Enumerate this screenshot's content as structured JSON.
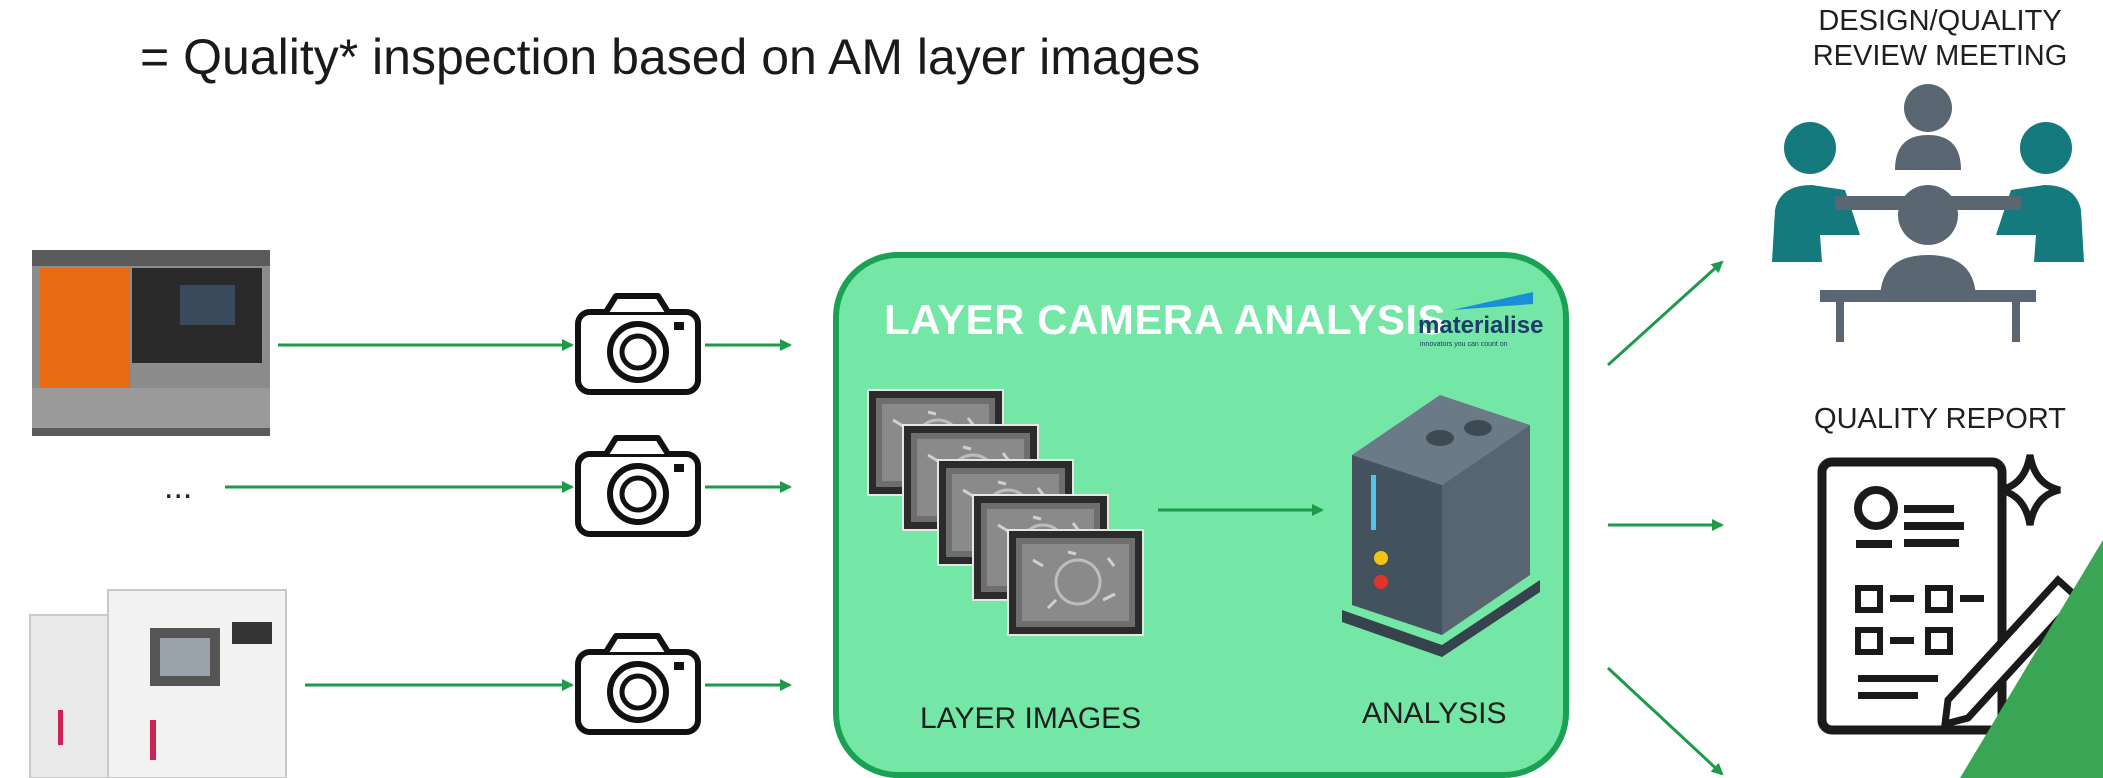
{
  "title": "= Quality* inspection based on AM layer images",
  "box": {
    "title": "LAYER CAMERA ANALYSIS",
    "logo": {
      "name": "materialise",
      "tagline": "innovators you can count on"
    },
    "layer_images_label": "LAYER IMAGES",
    "analysis_label": "ANALYSIS"
  },
  "inputs": {
    "ellipsis": "..."
  },
  "outputs": {
    "meeting_label_line1": "DESIGN/QUALITY",
    "meeting_label_line2": "REVIEW MEETING",
    "report_label": "QUALITY REPORT"
  },
  "colors": {
    "arrow": "#1d9a4a",
    "box_fill": "#74e6a6",
    "box_border": "#1aa154",
    "meeting_teal": "#157a7e",
    "meeting_gray": "#5a6672",
    "report_dark": "#1a1a1a"
  },
  "icons": [
    "printer-orange-icon",
    "printer-white-icon",
    "camera-icon",
    "layer-image-stack-icon",
    "server-box-icon",
    "meeting-icon",
    "report-icon"
  ]
}
